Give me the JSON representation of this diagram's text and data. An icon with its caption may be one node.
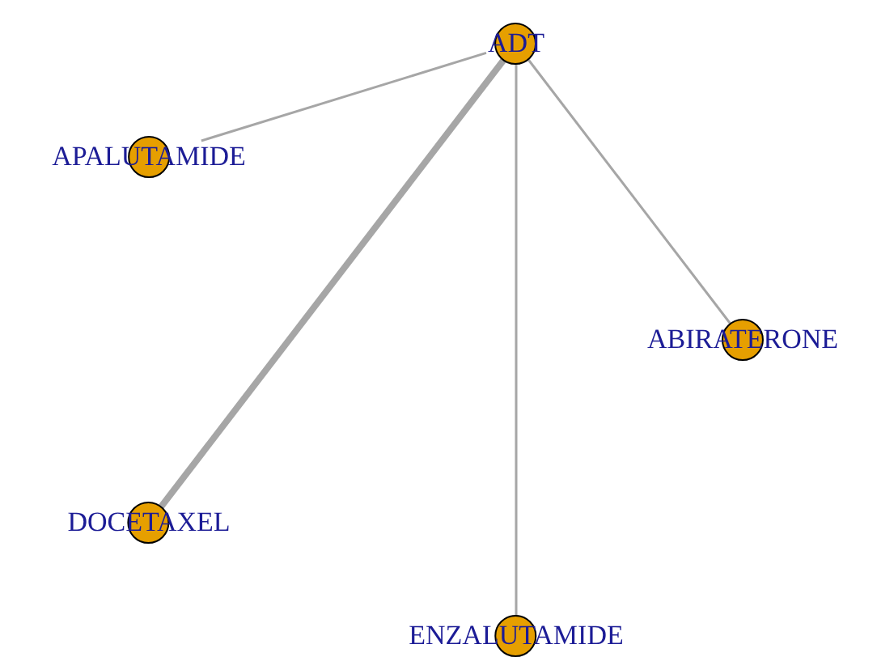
{
  "diagram": {
    "nodes": [
      {
        "text": [
          "ADT"
        ]
      },
      {
        "text": [
          "APALUTAMIDE"
        ]
      },
      {
        "text": [
          "ABIRATERONE"
        ]
      },
      {
        "text": [
          "DOCETAXEL"
        ]
      },
      {
        "text": [
          "ENZALUTAMIDE"
        ]
      }
    ],
    "edges": [
      {
        "from": 0,
        "to": 1,
        "arrow": "none"
      },
      {
        "from": 0,
        "to": 2,
        "arrow": "none"
      },
      {
        "from": 0,
        "to": 3,
        "arrow": "none",
        "style": "thick"
      },
      {
        "from": 0,
        "to": 4,
        "arrow": "none"
      }
    ]
  }
}
